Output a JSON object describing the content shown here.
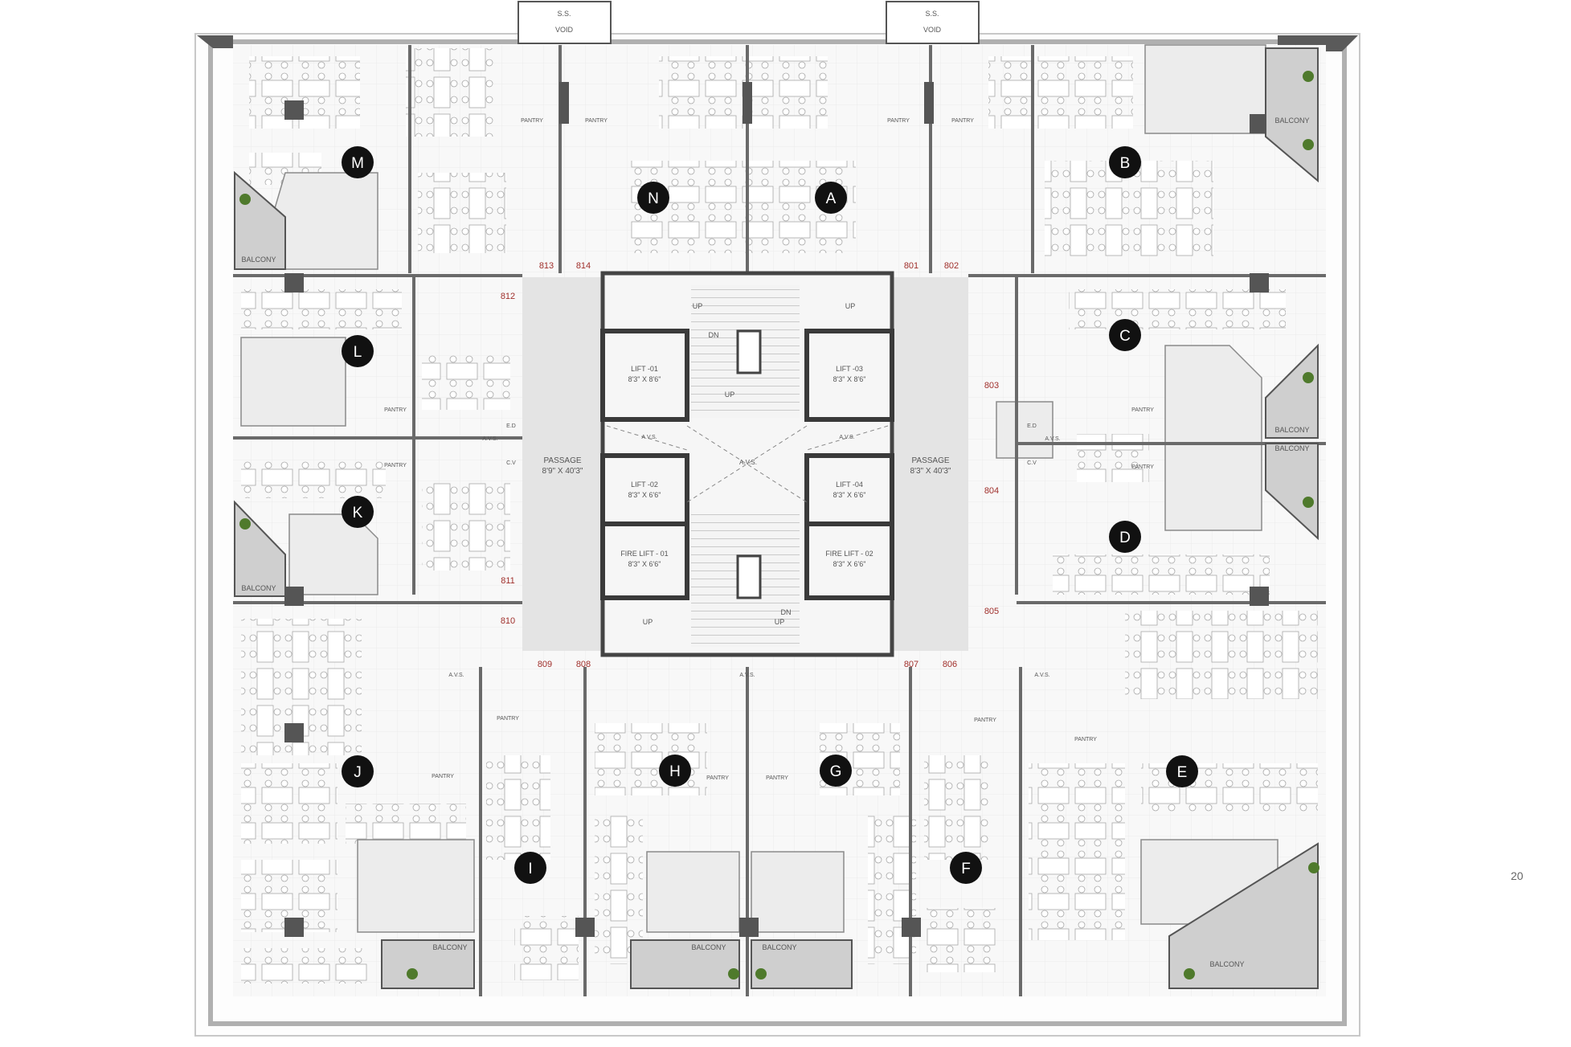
{
  "page_number": "20",
  "colors": {
    "wall": "#4f4f4f",
    "floor": "#f7f7f7",
    "tile_line": "#e8e8e8",
    "core": "#e2e2e2",
    "lift_border": "#3a3a3a",
    "marker": "#111111",
    "unit_number": "#a0302c",
    "plant": "#4f7a2c",
    "furniture": "#ffffff",
    "furniture_line": "#9a9a9a"
  },
  "void_labels": [
    "S.S.",
    "VOID"
  ],
  "tenant_markers": [
    "A",
    "B",
    "C",
    "D",
    "E",
    "F",
    "G",
    "H",
    "I",
    "J",
    "K",
    "L",
    "M",
    "N"
  ],
  "unit_numbers": [
    "801",
    "802",
    "803",
    "804",
    "805",
    "806",
    "807",
    "808",
    "809",
    "810",
    "811",
    "812",
    "813",
    "814"
  ],
  "lifts": [
    {
      "name": "LIFT -01",
      "size": "8'3\" X 8'6\""
    },
    {
      "name": "LIFT -02",
      "size": "8'3\" X 6'6\""
    },
    {
      "name": "LIFT -03",
      "size": "8'3\" X 8'6\""
    },
    {
      "name": "LIFT -04",
      "size": "8'3\" X 6'6\""
    },
    {
      "name": "FIRE LIFT - 01",
      "size": "8'3\" X 6'6\""
    },
    {
      "name": "FIRE LIFT - 02",
      "size": "8'3\" X 6'6\""
    }
  ],
  "passages": [
    {
      "label": "PASSAGE",
      "size": "8'9\" X 40'3\""
    },
    {
      "label": "PASSAGE",
      "size": "8'3\" X 40'3\""
    }
  ],
  "labels": {
    "balcony": "BALCONY",
    "pantry": "PANTRY",
    "avs": "A.V.S.",
    "up": "UP",
    "dn": "DN",
    "ed": "E.D",
    "cv": "C.V"
  }
}
